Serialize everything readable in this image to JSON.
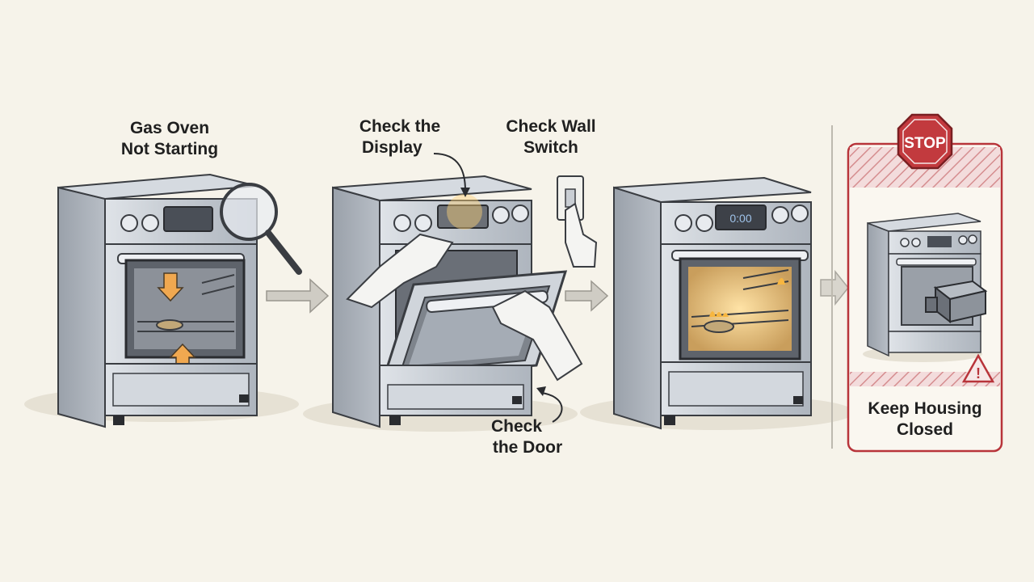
{
  "labels": {
    "step1": [
      "Gas Oven",
      "Not Starting"
    ],
    "display": [
      "Check the",
      "Display"
    ],
    "wall": [
      "Check Wall",
      "Switch"
    ],
    "door": [
      "Check",
      "the Door"
    ],
    "warning": [
      "Keep Housing",
      "Closed"
    ]
  },
  "stop_sign": "STOP",
  "display_time": "0:00",
  "colors": {
    "background": "#f6f3ea",
    "steel": "#c9ced4",
    "steel_dark": "#8a9099",
    "outline": "#3a3d42",
    "accent_orange": "#f0a850",
    "warning_red": "#b8343a",
    "flame": "#f7b640"
  }
}
